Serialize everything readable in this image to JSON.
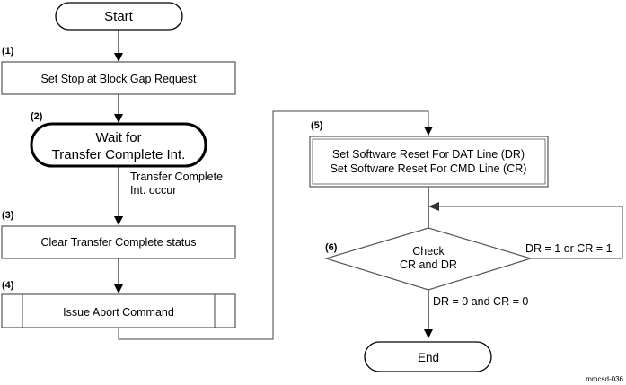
{
  "nodes": {
    "start": "Start",
    "step1": "Set Stop at Block Gap Request",
    "step2_line1": "Wait for",
    "step2_line2": "Transfer Complete Int.",
    "step3": "Clear Transfer Complete status",
    "step4": "Issue Abort Command",
    "step5_line1": "Set Software Reset For DAT Line (DR)",
    "step5_line2": "Set Software Reset For CMD Line (CR)",
    "decision_line1": "Check",
    "decision_line2": "CR and DR",
    "end": "End"
  },
  "step_numbers": {
    "n1": "(1)",
    "n2": "(2)",
    "n3": "(3)",
    "n4": "(4)",
    "n5": "(5)",
    "n6": "(6)"
  },
  "edge_labels": {
    "transfer_line1": "Transfer Complete",
    "transfer_line2": "Int. occur",
    "loop": "DR = 1 or CR = 1",
    "exit": "DR = 0 and CR = 0"
  },
  "figure_id": "mmcsd-036"
}
